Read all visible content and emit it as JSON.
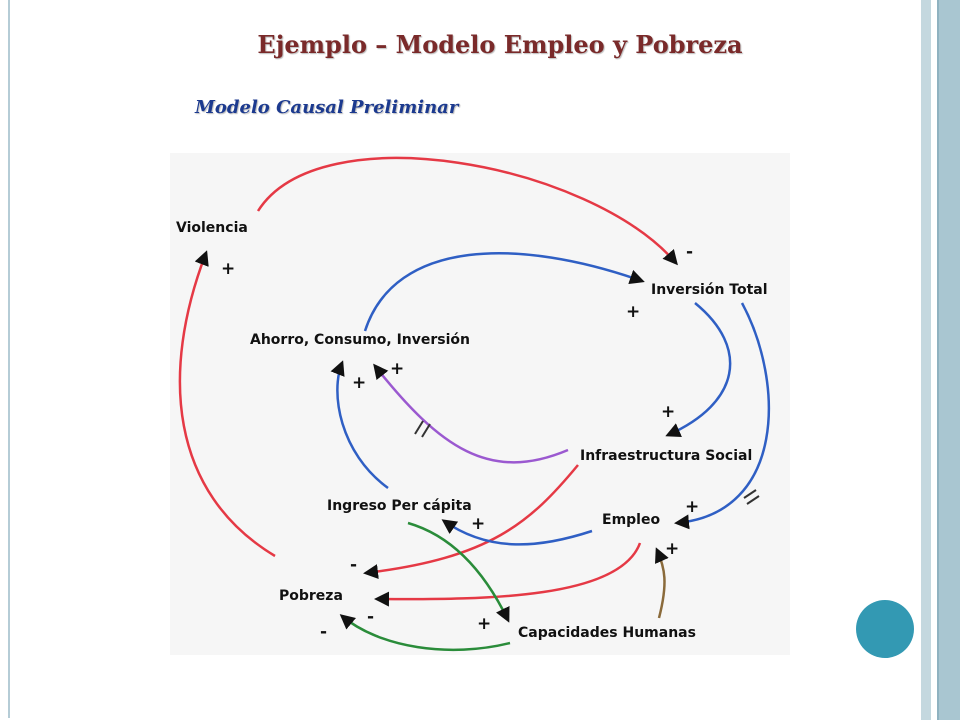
{
  "title": "Ejemplo – Modelo Empleo y Pobreza",
  "subtitle": "Modelo Causal Preliminar",
  "diagram": {
    "nodes": {
      "violencia": "Violencia",
      "inversion_total": "Inversión Total",
      "ahorro": "Ahorro, Consumo, Inversión",
      "infraestructura": "Infraestructura Social",
      "ingreso": "Ingreso Per cápita",
      "empleo": "Empleo",
      "pobreza": "Pobreza",
      "capacidades": "Capacidades Humanas"
    },
    "signs": {
      "violencia_to_inversion": "-",
      "pobreza_to_violencia": "+",
      "ahorro_to_inversion": "+",
      "ingreso_to_ahorro": "+",
      "infra_to_ahorro": "+",
      "inversion_to_infra": "+",
      "inversion_to_empleo": "+",
      "empleo_to_ingreso": "+",
      "capacidades_to_empleo": "+",
      "infra_to_pobreza": "-",
      "empleo_to_pobreza": "-",
      "capacidades_to_pobreza": "-",
      "ingreso_to_capacidades": "+"
    },
    "colors": {
      "red": "#e53945",
      "blue": "#2f5fc4",
      "purple": "#9b59d0",
      "green": "#2a8c3a",
      "brown": "#8a6a3a"
    }
  },
  "decor": {
    "corner_button_color": "#3399b3"
  }
}
